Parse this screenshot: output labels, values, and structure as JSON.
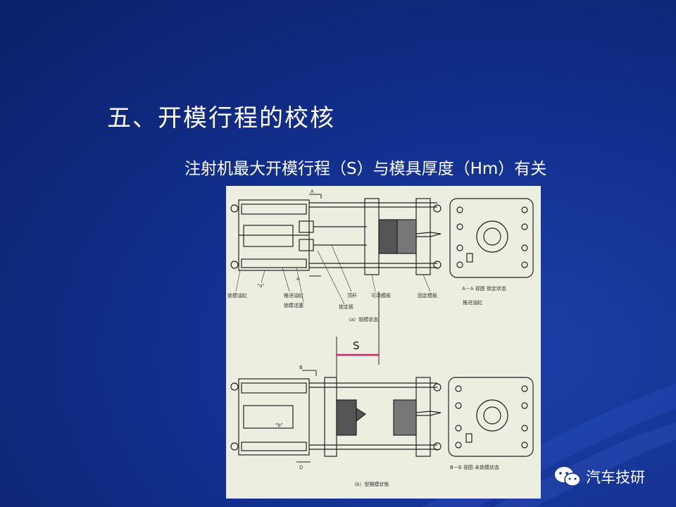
{
  "slide": {
    "title": "五、开模行程的校核",
    "subtitle": "注射机最大开模行程（S）与模具厚度（Hm）有关"
  },
  "figure": {
    "section_marker_a": "A",
    "section_marker_b": "B",
    "section_marker_d": "D",
    "s_label": "S",
    "caption_a": "（a）锁模状态",
    "caption_b": "（b）型開模状態",
    "labels_top": [
      "锁模油缸",
      "\"a\"",
      "推进油缸",
      "锁模活塞",
      "顶杆",
      "锁定板",
      "可动模板",
      "固定模板"
    ],
    "label_view_a": "A－A 视图  锁定状态",
    "label_push_cyl": "推进油缸",
    "label_view_b": "B－B 视图  未锁模状态",
    "label_b_mark": "\"b\""
  },
  "watermark": {
    "text": "汽车技研"
  },
  "colors": {
    "s_line": "#d0206a",
    "background": "#12308f"
  }
}
